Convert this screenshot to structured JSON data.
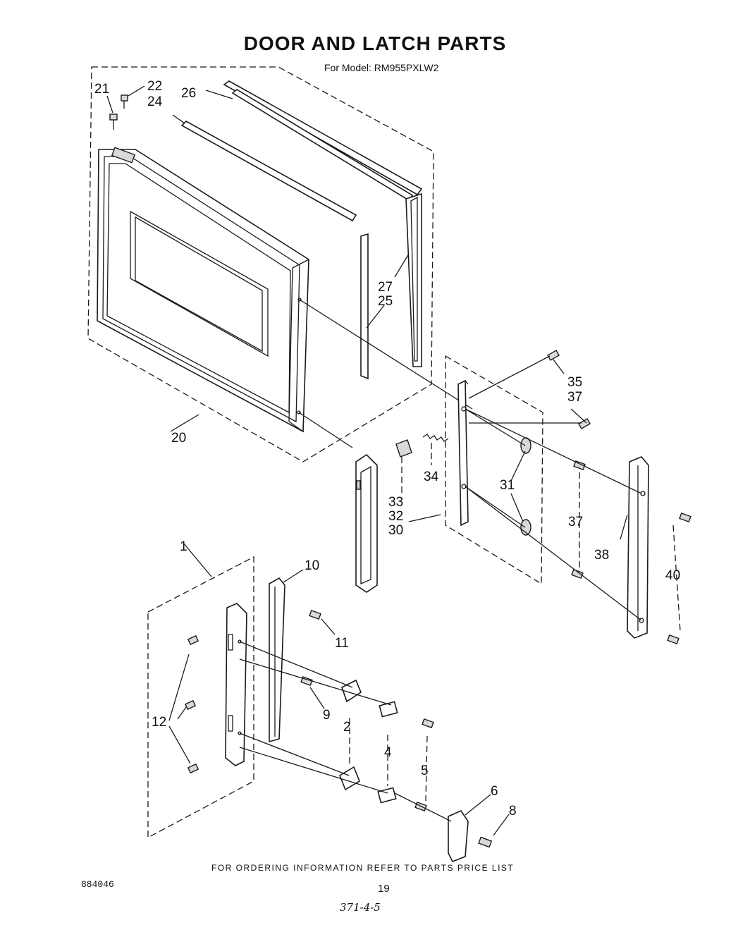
{
  "header": {
    "title": "DOOR AND LATCH PARTS",
    "model_line": "For Model: RM955PXLW2"
  },
  "callouts": {
    "c1": "1",
    "c2": "2",
    "c4": "4",
    "c5": "5",
    "c6": "6",
    "c8": "8",
    "c9": "9",
    "c10": "10",
    "c11": "11",
    "c12": "12",
    "c20": "20",
    "c21": "21",
    "c22": "22",
    "c24": "24",
    "c25": "25",
    "c26": "26",
    "c27": "27",
    "c30": "30",
    "c31": "31",
    "c32": "32",
    "c33": "33",
    "c34": "34",
    "c35": "35",
    "c37a": "37",
    "c37b": "37",
    "c38": "38",
    "c40": "40"
  },
  "footer": {
    "ordering_note": "FOR ORDERING INFORMATION REFER TO PARTS PRICE LIST",
    "document_number": "884046",
    "page_number": "19",
    "handwritten_code": "371-4-5"
  }
}
